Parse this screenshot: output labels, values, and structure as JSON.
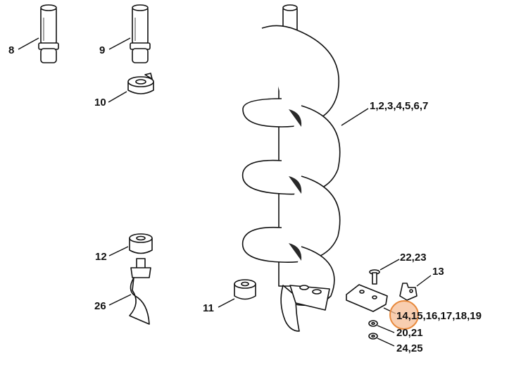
{
  "diagram": {
    "type": "exploded parts diagram",
    "subject": "Earth auger bit and accessories",
    "highlight": {
      "target_label": "14",
      "fill_color": "#f6be96",
      "stroke_color": "#e8893c"
    },
    "callouts": [
      {
        "id": "c8",
        "text": "8",
        "part": "drive shaft adapter (long)"
      },
      {
        "id": "c9",
        "text": "9",
        "part": "drive shaft adapter"
      },
      {
        "id": "c10",
        "text": "10",
        "part": "coupling sleeve"
      },
      {
        "id": "c1_7",
        "text": "1,2,3,4,5,6,7",
        "part": "auger spiral"
      },
      {
        "id": "c12",
        "text": "12",
        "part": "nut"
      },
      {
        "id": "c26",
        "text": "26",
        "part": "center point / pilot bit"
      },
      {
        "id": "c11",
        "text": "11",
        "part": "nut"
      },
      {
        "id": "c22_23",
        "text": "22,23",
        "part": "screw"
      },
      {
        "id": "c13",
        "text": "13",
        "part": "cutter bracket"
      },
      {
        "id": "c14_19",
        "text": "14,15,16,17,18,19",
        "part": "cutting blade"
      },
      {
        "id": "c20_21",
        "text": "20,21",
        "part": "washer"
      },
      {
        "id": "c24_25",
        "text": "24,25",
        "part": "nut"
      }
    ]
  }
}
